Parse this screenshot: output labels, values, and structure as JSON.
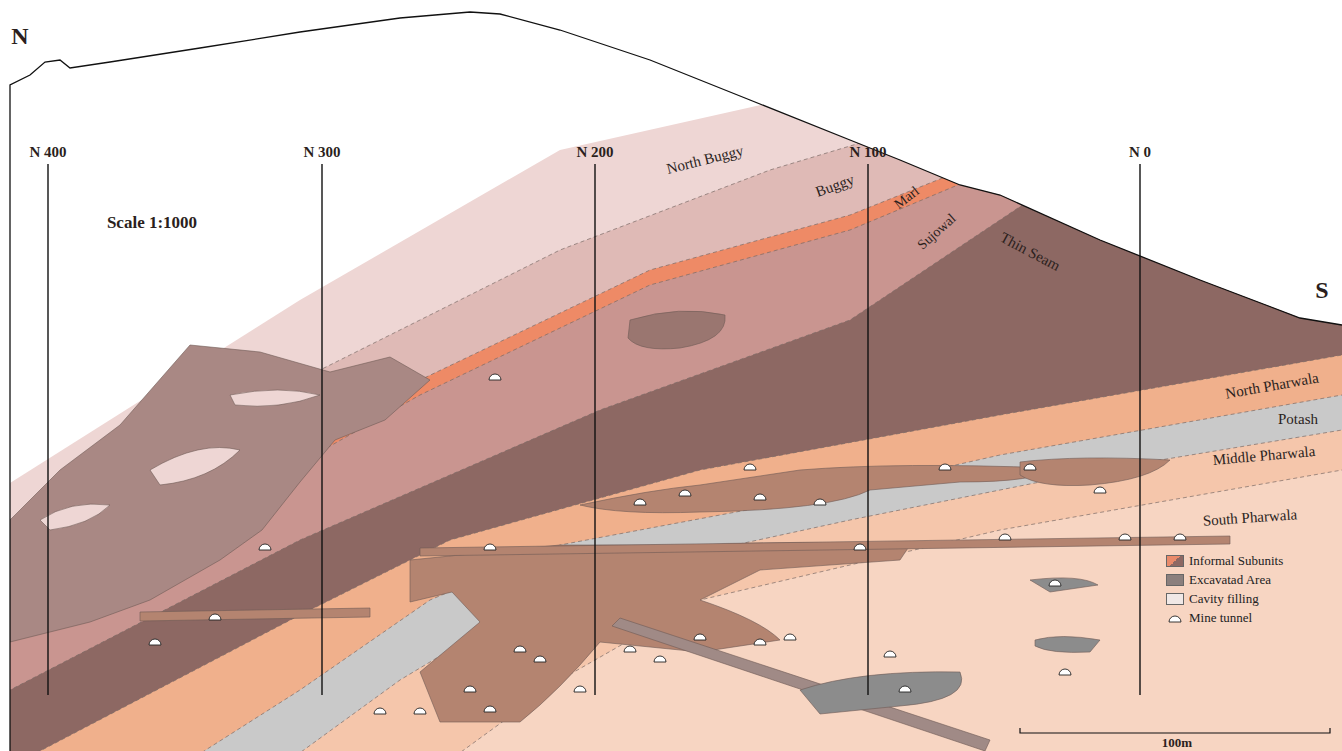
{
  "diagram": {
    "labels": [
      "N",
      "S",
      "N 400",
      "N 300",
      "N 200",
      "N 100",
      "N 0",
      "Scale 1:1000",
      "North Buggy",
      "Buggy",
      "Marl",
      "Sujowal",
      "Thin Seam",
      "North Pharwala",
      "Potash",
      "Middle Pharwala",
      "South Pharwala",
      "100m"
    ],
    "legend": [
      {
        "text": "Informal Subunits",
        "color": "#e98a6a"
      },
      {
        "text": "Excavatad Area",
        "color": "#8b7f7d"
      },
      {
        "text": "Cavity filling",
        "color": "#f0e8e6"
      },
      {
        "text": "Mine tunnel"
      }
    ]
  }
}
